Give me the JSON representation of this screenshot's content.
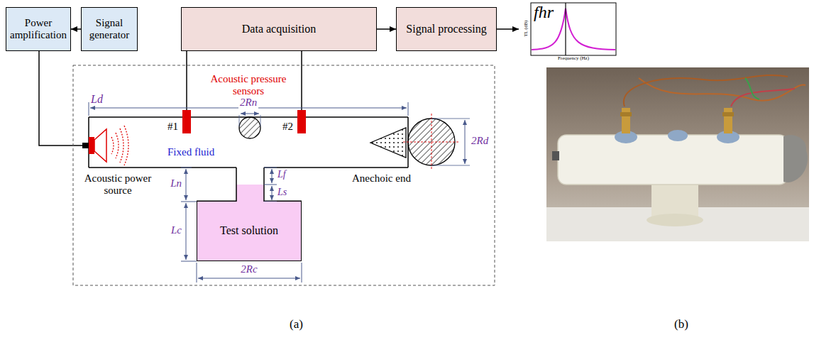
{
  "diagram": {
    "nodes": [
      {
        "text": [
          "Power amplification"
        ]
      },
      {
        "text": [
          "Signal generator"
        ]
      },
      {
        "text": [
          "Data acquisition"
        ]
      },
      {
        "text": [
          "Signal processing"
        ]
      },
      {
        "text": [
          "Test solution"
        ]
      }
    ],
    "edges": [
      {
        "from": 1,
        "to": 0,
        "arrow": "to"
      },
      {
        "from": 2,
        "to": 3,
        "arrow": "to"
      }
    ],
    "labels": [
      "fhr",
      "TL (dB)",
      "Frequency (Hz)",
      "Ld",
      "Acoustic pressure sensors",
      "#1",
      "#2",
      "2Rn",
      "Fixed fluid",
      "Lf",
      "Ls",
      "Ln",
      "Lc",
      "2Rc",
      "2Rd",
      "Acoustic power source",
      "Anechoic end",
      "(a)",
      "(b)"
    ]
  }
}
